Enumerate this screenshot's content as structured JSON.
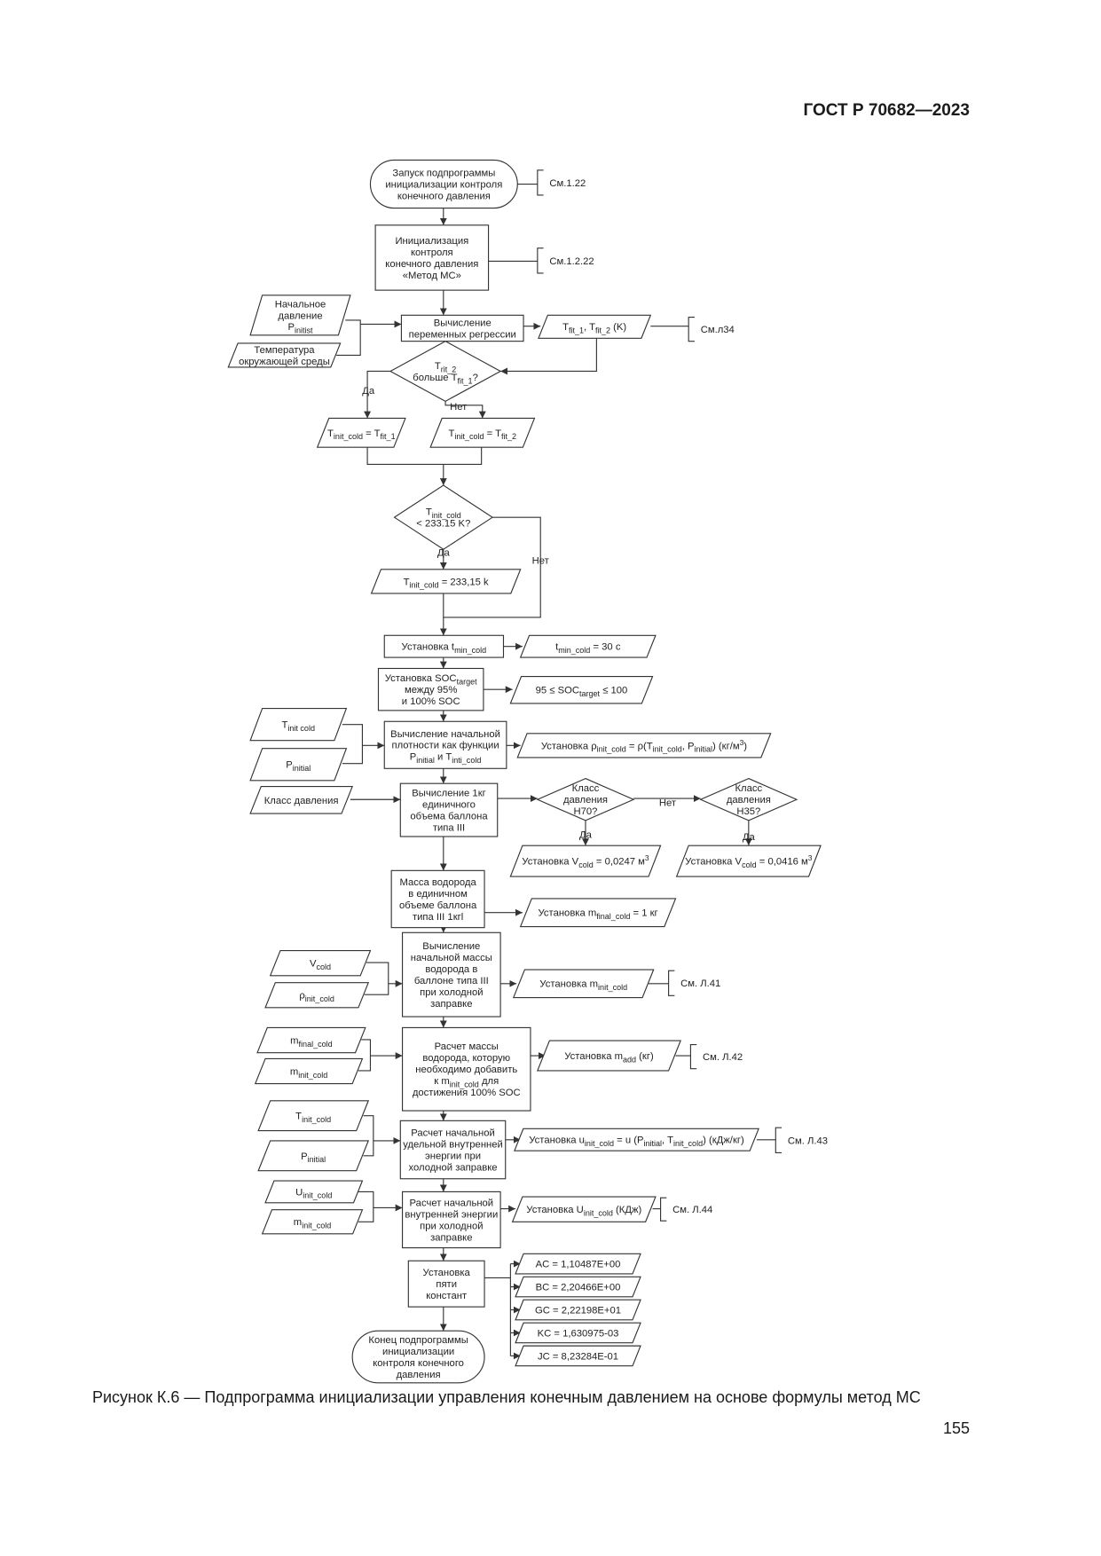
{
  "header": {
    "doc_number": "ГОСТ Р 70682—2023"
  },
  "caption": "Рисунок К.6 — Подпрограмма инициализации управления конечным давлением на основе формулы метод МС",
  "page_number": "155",
  "flowchart": {
    "nodes": {
      "start": {
        "lines": [
          "Запуск подпрограммы",
          "инициализации контроля",
          "конечного давления"
        ]
      },
      "ref_start": {
        "lines": [
          "См.1.22"
        ]
      },
      "init": {
        "lines": [
          "Инициализация",
          "контроля",
          "конечного давления",
          "«Метод МС»"
        ]
      },
      "ref_init": {
        "lines": [
          "См.1.2.22"
        ]
      },
      "regr": {
        "lines": [
          "Вычисление",
          "переменных регрессии"
        ]
      },
      "in_pinit": {
        "lines": [
          "Начальное",
          "давление",
          [
            "P",
            {
              "sub": "initist"
            }
          ]
        ]
      },
      "in_temp": {
        "lines": [
          "Температура",
          "окружающей среды"
        ]
      },
      "out_tfit": {
        "lines": [
          [
            "T",
            {
              "sub": "fit_1"
            },
            ", T",
            {
              "sub": "fit_2"
            },
            " (K)"
          ]
        ]
      },
      "ref_tfit": {
        "lines": [
          "См.л34"
        ]
      },
      "dia1": {
        "lines": [
          [
            "T",
            {
              "sub": "rit_2"
            }
          ],
          [
            "больше T",
            {
              "sub": "fit_1"
            },
            "?"
          ]
        ]
      },
      "yes1": {
        "lines": [
          "Да"
        ]
      },
      "no1": {
        "lines": [
          "Нет"
        ]
      },
      "p_tfit1": {
        "lines": [
          [
            "T",
            {
              "sub": "init_cold"
            },
            " = T",
            {
              "sub": "fit_1"
            }
          ]
        ]
      },
      "p_tfit2": {
        "lines": [
          [
            "T",
            {
              "sub": "init_cold"
            },
            " = T",
            {
              "sub": "fit_2"
            }
          ]
        ]
      },
      "dia2": {
        "lines": [
          [
            "T",
            {
              "sub": "init_cold"
            }
          ],
          "< 233.15 K?"
        ]
      },
      "yes2": {
        "lines": [
          "Да"
        ]
      },
      "no2": {
        "lines": [
          "Нет"
        ]
      },
      "p_233": {
        "lines": [
          [
            "T",
            {
              "sub": "init_cold"
            },
            " = 233,15 k"
          ]
        ]
      },
      "tmin": {
        "lines": [
          [
            "Установка t",
            {
              "sub": "min_cold"
            }
          ]
        ]
      },
      "p_tmin": {
        "lines": [
          [
            "t",
            {
              "sub": "min_cold"
            },
            " = 30 с"
          ]
        ]
      },
      "soc": {
        "lines": [
          [
            "Установка SOC",
            {
              "sub": "target"
            }
          ],
          "между 95%",
          "и 100% SOC"
        ]
      },
      "p_soc": {
        "lines": [
          [
            "95 ≤ SOC",
            {
              "sub": "target"
            },
            " ≤ 100"
          ]
        ]
      },
      "dens": {
        "lines": [
          "Вычисление начальной",
          "плотности как функции",
          [
            "P",
            {
              "sub": "initial"
            },
            " и T",
            {
              "sub": "inti_cold"
            }
          ]
        ]
      },
      "in_tcold": {
        "lines": [
          [
            "T",
            {
              "sub": "init cold"
            }
          ]
        ]
      },
      "in_pinitial": {
        "lines": [
          [
            "P",
            {
              "sub": "initial"
            }
          ]
        ]
      },
      "p_rho": {
        "lines": [
          [
            "Установка ρ",
            {
              "sub": "init_cold"
            },
            " = ρ(T",
            {
              "sub": "init_cold"
            },
            ", P",
            {
              "sub": "initial"
            },
            ") (кг/м",
            {
              "sup": "3"
            },
            ")"
          ]
        ]
      },
      "vol": {
        "lines": [
          "Вычисление 1кг",
          "единичного",
          "объема баллона",
          "типа III"
        ]
      },
      "in_class": {
        "lines": [
          "Класс давления"
        ]
      },
      "dia_h70": {
        "lines": [
          "Класс",
          "давления",
          "Н70?"
        ]
      },
      "dia_h35": {
        "lines": [
          "Класс",
          "давления",
          "Н35?"
        ]
      },
      "no3": {
        "lines": [
          "Нет"
        ]
      },
      "yes3": {
        "lines": [
          "Да"
        ]
      },
      "yes4": {
        "lines": [
          "Да"
        ]
      },
      "p_v70": {
        "lines": [
          [
            "Установка V",
            {
              "sub": "cold"
            },
            " = 0,0247 м",
            {
              "sup": "3"
            }
          ]
        ]
      },
      "p_v35": {
        "lines": [
          [
            "Установка V",
            {
              "sub": "cold"
            },
            " = 0,0416 м",
            {
              "sup": "3"
            }
          ]
        ]
      },
      "mass": {
        "lines": [
          "Масса водорода",
          "в единичном",
          "объеме баллона",
          "типа III 1кгl"
        ]
      },
      "p_mfinal": {
        "lines": [
          [
            "Установка m",
            {
              "sub": "final_cold"
            },
            " = 1 кг"
          ]
        ]
      },
      "minit": {
        "lines": [
          "Вычисление",
          "начальной массы",
          "водорода в",
          "баллоне типа III",
          "при холодной",
          "заправке"
        ]
      },
      "in_vcold": {
        "lines": [
          [
            "V",
            {
              "sub": "cold"
            }
          ]
        ]
      },
      "in_rho": {
        "lines": [
          [
            "ρ",
            {
              "sub": "init_cold"
            }
          ]
        ]
      },
      "p_minit": {
        "lines": [
          [
            "Установка m",
            {
              "sub": "init_cold"
            }
          ]
        ]
      },
      "ref_41": {
        "lines": [
          "См. Л.41"
        ]
      },
      "madd": {
        "lines": [
          "Расчет массы",
          "водорода, которую",
          "необходимо добавить",
          [
            "к m",
            {
              "sub": "init_cold"
            },
            " для"
          ],
          "достижения 100% SOC"
        ]
      },
      "in_mfinal": {
        "lines": [
          [
            "m",
            {
              "sub": "final_cold"
            }
          ]
        ]
      },
      "in_minit": {
        "lines": [
          [
            "m",
            {
              "sub": "init_cold"
            }
          ]
        ]
      },
      "p_madd": {
        "lines": [
          [
            "Установка m",
            {
              "sub": "add"
            },
            " (кг)"
          ]
        ]
      },
      "ref_42": {
        "lines": [
          "См. Л.42"
        ]
      },
      "u": {
        "lines": [
          "Расчет начальной",
          "удельной внутренней",
          "энергии при",
          "холодной заправке"
        ]
      },
      "in_tcold2": {
        "lines": [
          [
            "T",
            {
              "sub": "init_cold"
            }
          ]
        ]
      },
      "in_pinitial2": {
        "lines": [
          [
            "P",
            {
              "sub": "initial"
            }
          ]
        ]
      },
      "p_u": {
        "lines": [
          [
            "Установка u",
            {
              "sub": "init_cold"
            },
            " = u (P",
            {
              "sub": "initial"
            },
            ", T",
            {
              "sub": "init_cold"
            },
            ") (кДж/кг)"
          ]
        ]
      },
      "ref_43": {
        "lines": [
          "См. Л.43"
        ]
      },
      "U": {
        "lines": [
          "Расчет начальной",
          "внутренней энергии",
          "при холодной",
          "заправке"
        ]
      },
      "in_Ucold": {
        "lines": [
          [
            "U",
            {
              "sub": "init_cold"
            }
          ]
        ]
      },
      "in_minit2": {
        "lines": [
          [
            "m",
            {
              "sub": "init_cold"
            }
          ]
        ]
      },
      "p_U": {
        "lines": [
          [
            "Установка U",
            {
              "sub": "init_cold"
            },
            " (КДж)"
          ]
        ]
      },
      "ref_44": {
        "lines": [
          "См. Л.44"
        ]
      },
      "consts": {
        "lines": [
          "Установка",
          "пяти",
          "констант"
        ]
      },
      "c_ac": {
        "lines": [
          "AC = 1,10487E+00"
        ]
      },
      "c_bc": {
        "lines": [
          "BC = 2,20466E+00"
        ]
      },
      "c_gc": {
        "lines": [
          "GC = 2,22198E+01"
        ]
      },
      "c_kc": {
        "lines": [
          "KC = 1,630975-03"
        ]
      },
      "c_jc": {
        "lines": [
          "JC = 8,23284E-01"
        ]
      },
      "end": {
        "lines": [
          "Конец подпрограммы",
          "инициализации",
          "контроля конечного",
          "давления"
        ]
      }
    }
  }
}
